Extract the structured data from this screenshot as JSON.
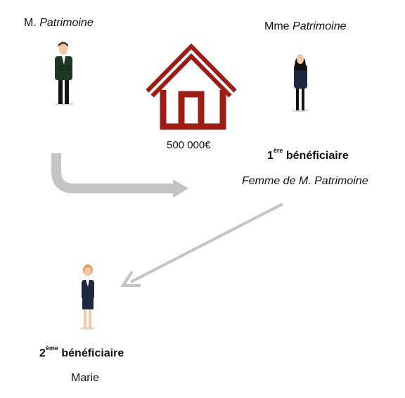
{
  "persons": {
    "husband": {
      "prefix": "M.",
      "name": "Patrimoine"
    },
    "wife": {
      "prefix": "Mme",
      "name": "Patrimoine"
    },
    "daughter": {
      "name": "Marie"
    }
  },
  "asset": {
    "value": "500 000€",
    "icon": "house-icon",
    "color": "#9e1c14"
  },
  "beneficiaries": {
    "first": {
      "number": "1",
      "suffix": "ère",
      "label": "bénéficiaire",
      "subtitle": "Femme de M. Patrimoine"
    },
    "second": {
      "number": "2",
      "suffix": "ème",
      "label": "bénéficiaire"
    }
  },
  "arrow_color": "#c4c4c4"
}
